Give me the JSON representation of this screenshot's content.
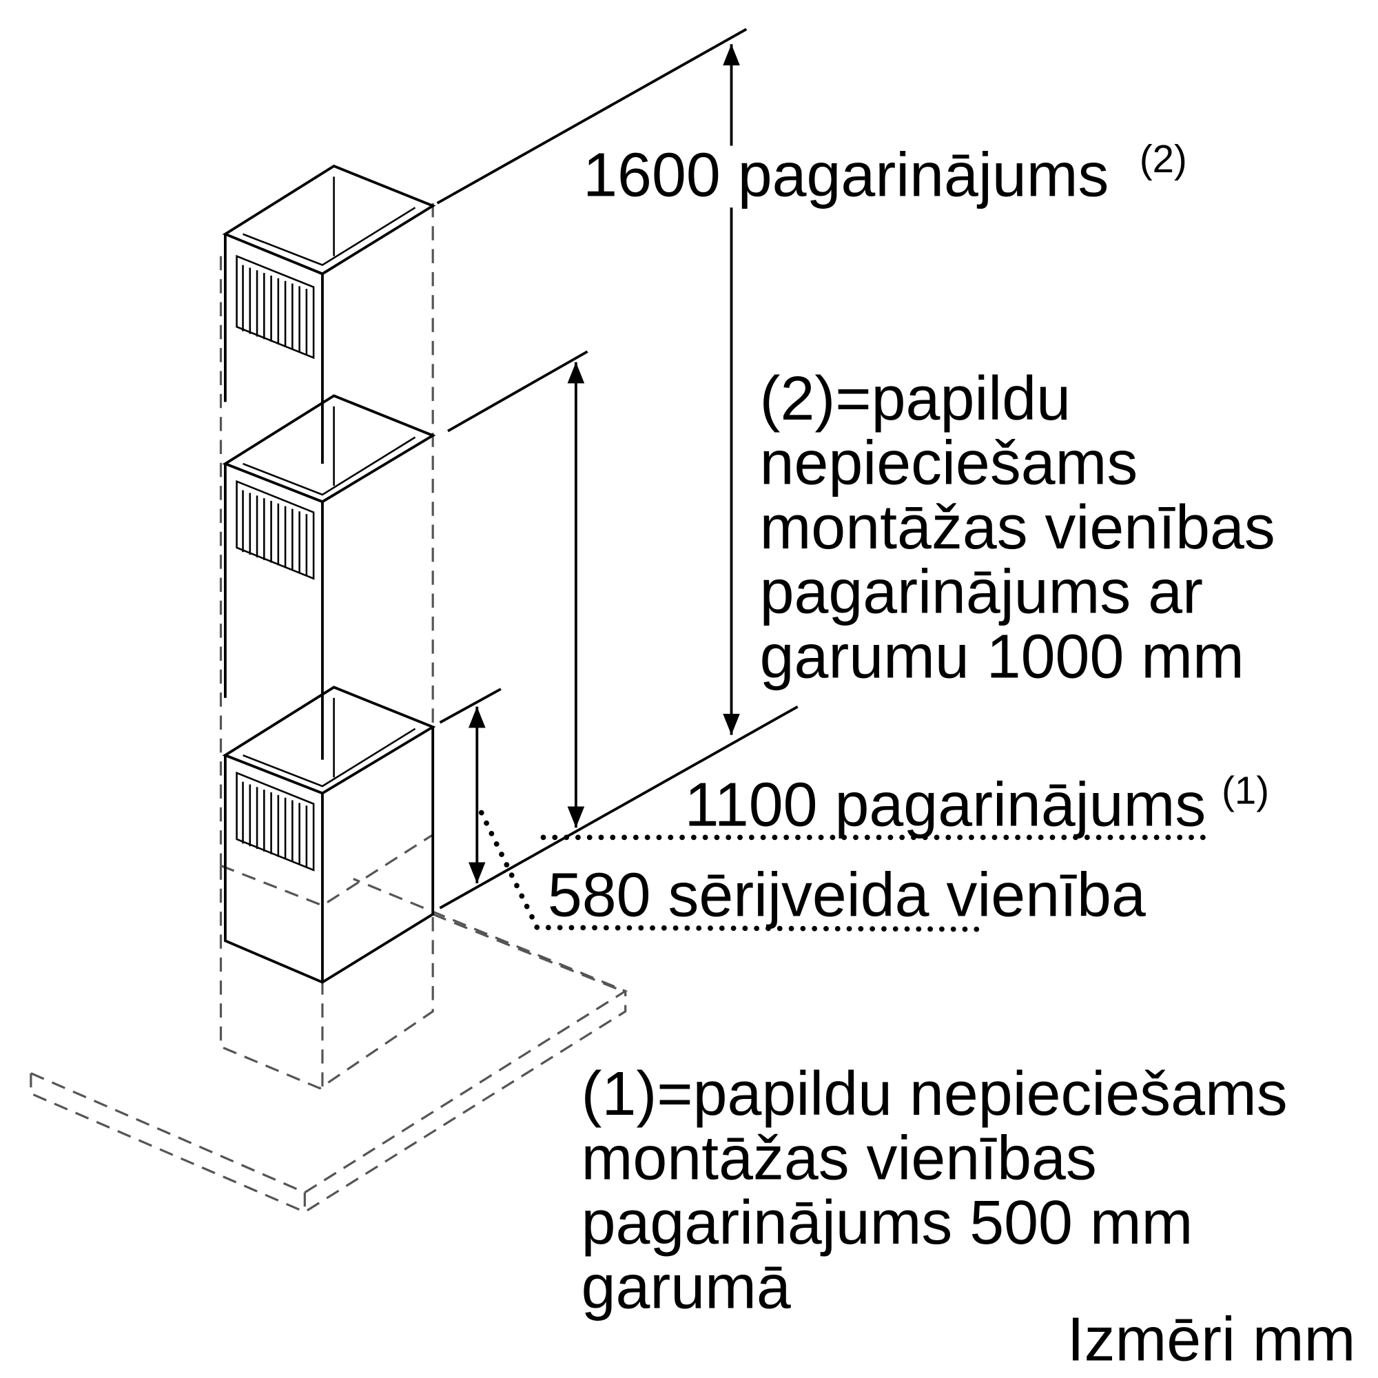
{
  "labels": {
    "dim_1600": "1600 pagarinājums",
    "dim_1600_sup": "(2)",
    "dim_1100": "1100 pagarinājums",
    "dim_1100_sup": "(1)",
    "dim_580": "580 sērijveida vienība",
    "note2": [
      "(2)=papildu",
      "nepieciešams",
      "montāžas vienības",
      "pagarinājums ar",
      "garumu 1000 mm"
    ],
    "note1": [
      "(1)=papildu nepieciešams",
      "montāžas vienības",
      "pagarinājums 500 mm",
      "garumā"
    ],
    "units": "Izmēri mm"
  }
}
